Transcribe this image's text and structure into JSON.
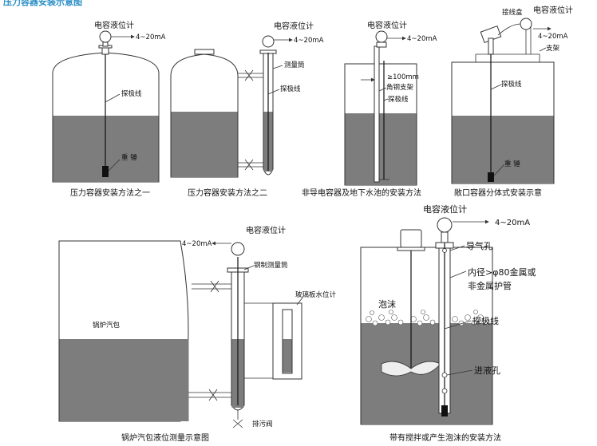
{
  "header_fragment": "压力容器安装示意图",
  "common": {
    "transmitter_label": "电容液位计",
    "signal_label": "4~20mA",
    "probe_label": "探极线",
    "weight_label": "重 锤"
  },
  "panels": [
    {
      "id": "p1",
      "caption": "压力容器安装方法之一"
    },
    {
      "id": "p2",
      "caption": "压力容器安装方法之二",
      "tube_label": "测量筒"
    },
    {
      "id": "p3",
      "caption": "非导电容器及地下水池的安装方法",
      "distance_label": "≥100mm",
      "bracket_label": "角钢支架"
    },
    {
      "id": "p4",
      "caption": "敞口容器分体式安装示意",
      "junction_label": "接线盒",
      "support_label": "支架"
    },
    {
      "id": "p5",
      "caption": "锅炉汽包液位测量示意图",
      "steel_tube_label": "钢制测量筒",
      "glass_gauge_label": "玻璃板水位计",
      "drum_label": "锅炉汽包",
      "drain_label": "排污阀"
    },
    {
      "id": "p6",
      "caption": "带有搅拌或产生泡沫的安装方法",
      "vent_label": "导气孔",
      "guard_label_1": "内径>φ80金属或",
      "guard_label_2": "非金属护管",
      "foam_label": "泡沫",
      "inlet_label": "进液孔"
    }
  ]
}
